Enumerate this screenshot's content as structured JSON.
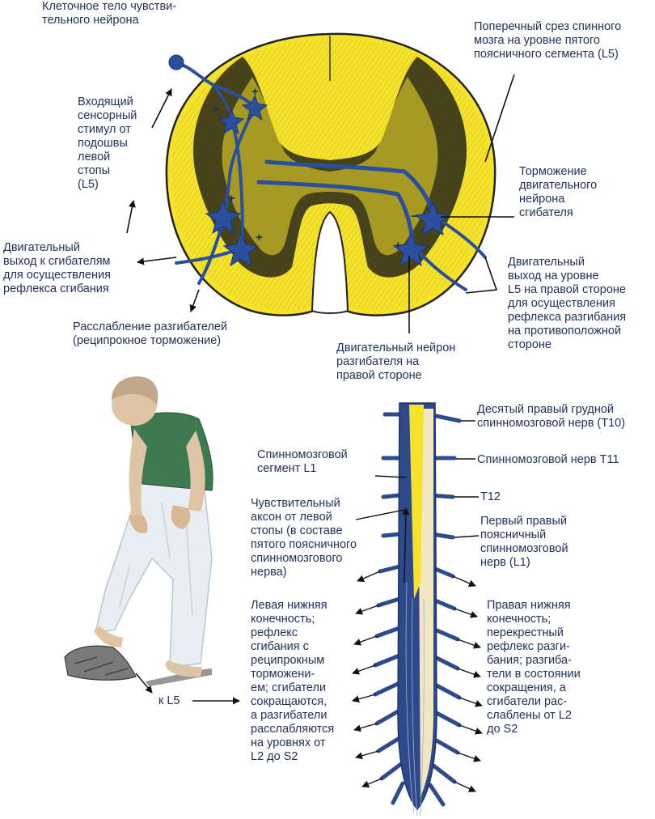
{
  "labels": {
    "sensory_cell_body": "Клеточное тело чувстви-\nтельного нейрона",
    "afferent_stimulus": "Входящий\nсенсорный\nстимул от\nподошвы\nлевой\nстопы\n(L5)",
    "motor_output_flexors": "Двигательный\nвыход к сгибателям\nдля осуществления\nрефлекса сгибания",
    "extensor_relaxation": "Расслабление разгибателей\n(реципрокное торможение)",
    "cross_section": "Поперечный срез спинного\nмозга на уровне пятого\nпоясничного сегмента (L5)",
    "flexor_inhibition": "Торможение\nдвигательного\nнейрона\nсгибателя",
    "motor_output_right": "Двигательный\nвыход на уровне\nL5 на правой стороне\nдля осуществления\nрефлекса разгибания\nна противоположной\nстороне",
    "extensor_motor_neuron": "Двигательный нейрон\nразгибателя на\nправой стороне",
    "t10_nerve": "Десятый правый грудной\nспинномозговой нерв (T10)",
    "t11_nerve": "Спинномозговой нерв T11",
    "t12": "T12",
    "l1_nerve": "Первый правый\nпоясничный\nспинномозговой\nнерв (L1)",
    "l1_segment": "Спинномозговой\nсегмент L1",
    "sensory_axon": "Чувствительный\nаксон от левой\nстопы (в составе\nпятого поясничного\nспинномозгового\nнерва)",
    "left_limb": "Левая нижняя\nконечность;\nрефлекс\nсгибания с\nреципрокным\nторможени-\nем; сгибатели\nсокращаются,\nа разгибатели\nрасслабляются\nна уровнях от\nL2 до S2",
    "right_limb": "Правая нижняя\nконечность;\nперекрестный\nрефлекс разги-\nбания; разгиба-\nтели в состоянии\nсокращения, а\nсгибатели рас-\nслаблены от L2\nдо S2",
    "to_l5": "к L5"
  },
  "synapse_signs": {
    "excitatory": "+",
    "inhibitory": "−"
  },
  "colors": {
    "gray_matter": "#f5e22a",
    "white_matter_texture": "#2a2a1a",
    "neuron_pathway": "#2b4f9e",
    "label_text": "#1f2f5a",
    "nerve_roots": "#2d4a8a",
    "cord_pale": "#f3e6c2",
    "skin": "#e0c4a6",
    "shirt": "#3d7a50",
    "jeans": "#e8eef3"
  }
}
